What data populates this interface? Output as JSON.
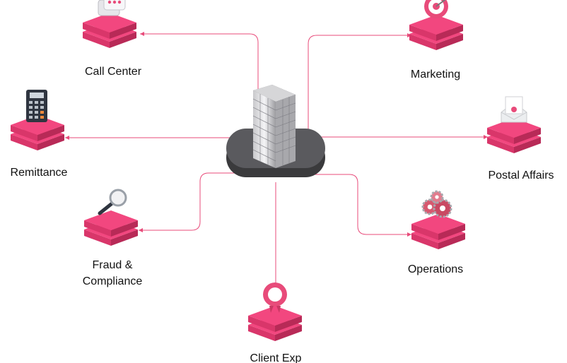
{
  "center": {
    "icon": "office-building-icon"
  },
  "nodes": {
    "call_center": {
      "label": "Call Center",
      "icon": "chat-bubbles-icon"
    },
    "marketing": {
      "label": "Marketing",
      "icon": "target-icon"
    },
    "remittance": {
      "label": "Remittance",
      "icon": "calculator-icon"
    },
    "postal": {
      "label": "Postal Affairs",
      "icon": "envelope-icon"
    },
    "fraud": {
      "label_line1": "Fraud &",
      "label_line2": "Compliance",
      "icon": "magnifier-icon"
    },
    "operations": {
      "label": "Operations",
      "icon": "gears-icon"
    },
    "client": {
      "label": "Client Exp",
      "icon": "rosette-icon"
    }
  },
  "colors": {
    "platform_top": "#f2477f",
    "platform_mid": "#d9366a",
    "platform_side": "#b82a57",
    "connector": "#e84b7a",
    "base_dark": "#3a3a3c",
    "base_mid": "#4b4b4e",
    "base_top": "#5a5a5e"
  }
}
